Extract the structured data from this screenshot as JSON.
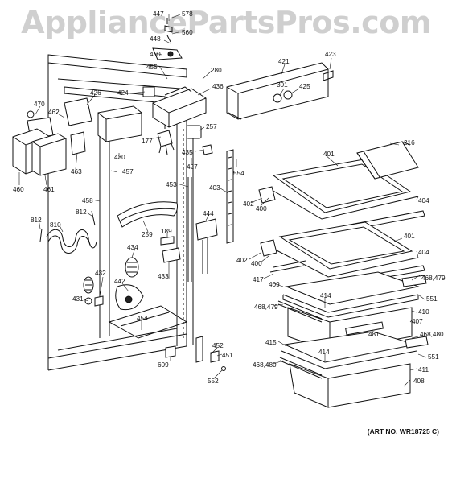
{
  "watermark": "AppliancePartsPros.com",
  "art_number": "(ART NO. WR18725 C)",
  "callouts": [
    {
      "id": "c447",
      "text": "447"
    },
    {
      "id": "c578",
      "text": "578"
    },
    {
      "id": "c560",
      "text": "560"
    },
    {
      "id": "c448",
      "text": "448"
    },
    {
      "id": "c450",
      "text": "450"
    },
    {
      "id": "c455",
      "text": "455"
    },
    {
      "id": "c280",
      "text": "280"
    },
    {
      "id": "c421",
      "text": "421"
    },
    {
      "id": "c423",
      "text": "423"
    },
    {
      "id": "c436",
      "text": "436"
    },
    {
      "id": "c301",
      "text": "301"
    },
    {
      "id": "c425",
      "text": "425"
    },
    {
      "id": "c470",
      "text": "470"
    },
    {
      "id": "c462",
      "text": "462"
    },
    {
      "id": "c426",
      "text": "426"
    },
    {
      "id": "c424",
      "text": "424"
    },
    {
      "id": "c257",
      "text": "257"
    },
    {
      "id": "c177",
      "text": "177"
    },
    {
      "id": "c435",
      "text": "435"
    },
    {
      "id": "c216",
      "text": "216"
    },
    {
      "id": "c463",
      "text": "463"
    },
    {
      "id": "c430",
      "text": "430"
    },
    {
      "id": "c427",
      "text": "427"
    },
    {
      "id": "c401a",
      "text": "401"
    },
    {
      "id": "c457",
      "text": "457"
    },
    {
      "id": "c554",
      "text": "554"
    },
    {
      "id": "c460",
      "text": "460"
    },
    {
      "id": "c461",
      "text": "461"
    },
    {
      "id": "c458",
      "text": "458"
    },
    {
      "id": "c453",
      "text": "453"
    },
    {
      "id": "c403",
      "text": "403"
    },
    {
      "id": "c404a",
      "text": "404"
    },
    {
      "id": "c402a",
      "text": "402"
    },
    {
      "id": "c400a",
      "text": "400"
    },
    {
      "id": "c812a",
      "text": "812"
    },
    {
      "id": "c812b",
      "text": "812"
    },
    {
      "id": "c810",
      "text": "810"
    },
    {
      "id": "c259",
      "text": "259"
    },
    {
      "id": "c444",
      "text": "444"
    },
    {
      "id": "c189",
      "text": "189"
    },
    {
      "id": "c401b",
      "text": "401"
    },
    {
      "id": "c434",
      "text": "434"
    },
    {
      "id": "c404b",
      "text": "404"
    },
    {
      "id": "c402b",
      "text": "402"
    },
    {
      "id": "c400b",
      "text": "400"
    },
    {
      "id": "c468a",
      "text": "468,479"
    },
    {
      "id": "c417",
      "text": "417"
    },
    {
      "id": "c433",
      "text": "433"
    },
    {
      "id": "c409",
      "text": "409"
    },
    {
      "id": "c432",
      "text": "432"
    },
    {
      "id": "c442",
      "text": "442"
    },
    {
      "id": "c414a",
      "text": "414"
    },
    {
      "id": "c551a",
      "text": "551"
    },
    {
      "id": "c468b",
      "text": "468,479"
    },
    {
      "id": "c410",
      "text": "410"
    },
    {
      "id": "c431",
      "text": "431"
    },
    {
      "id": "c407",
      "text": "407"
    },
    {
      "id": "c454",
      "text": "454"
    },
    {
      "id": "c481",
      "text": "481"
    },
    {
      "id": "c468c",
      "text": "468,480"
    },
    {
      "id": "c415",
      "text": "415"
    },
    {
      "id": "c452",
      "text": "452"
    },
    {
      "id": "c451",
      "text": "451"
    },
    {
      "id": "c414b",
      "text": "414"
    },
    {
      "id": "c551b",
      "text": "551"
    },
    {
      "id": "c609",
      "text": "609"
    },
    {
      "id": "c468d",
      "text": "468,480"
    },
    {
      "id": "c411",
      "text": "411"
    },
    {
      "id": "c552",
      "text": "552"
    },
    {
      "id": "c408",
      "text": "408"
    }
  ]
}
